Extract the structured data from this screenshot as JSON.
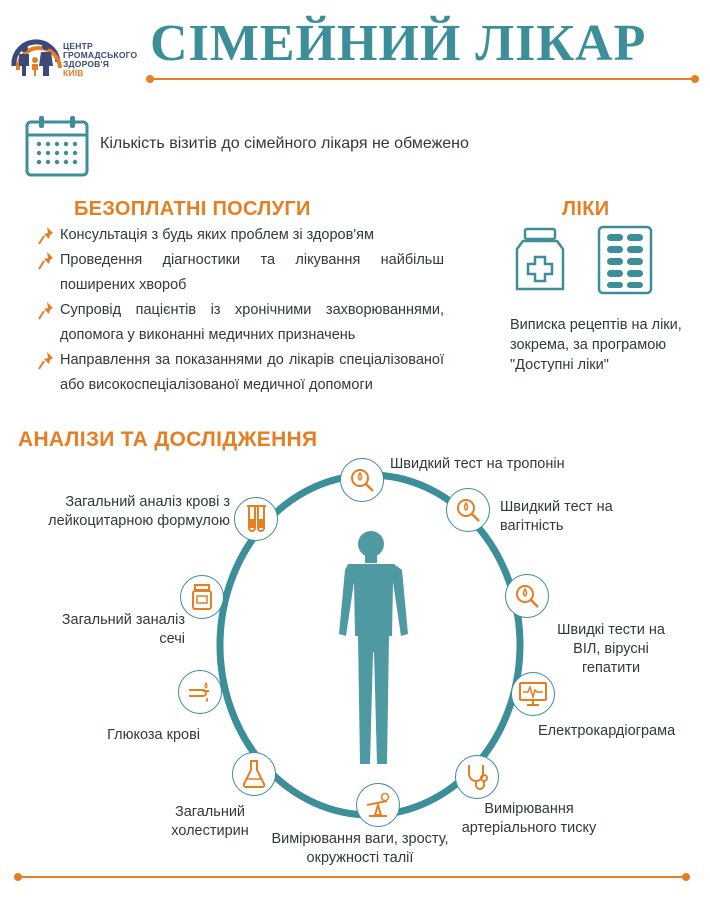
{
  "logo": {
    "line1": "ЦЕНТР",
    "line2": "ГРОМАДСЬКОГО",
    "line3": "ЗДОРОВ'Я",
    "line4": "КИЇВ"
  },
  "title": "СІМЕЙНИЙ ЛІКАР",
  "visits": "Кількість візитів до сімейного лікаря не обмежено",
  "free_services": {
    "heading": "БЕЗОПЛАТНІ ПОСЛУГИ",
    "items": [
      "Консультація з будь яких проблем зі здоров'ям",
      "Проведення діагностики та лікування найбільш поширених хвороб",
      "Супровід пацієнтів із хронічними захворюваннями, допомога у виконанні медичних призначень",
      "Направлення за показаннями до лікарів спеціалізованої або високоспеціалізованої медичної допомоги"
    ]
  },
  "medicines": {
    "heading": "ЛІКИ",
    "text": "Виписка рецептів на ліки, зокрема, за програмою \"Доступні ліки\""
  },
  "tests": {
    "heading": "АНАЛІЗИ ТА ДОСЛІДЖЕННЯ",
    "troponin": "Швидкий тест на тропонін",
    "pregnancy": "Швидкий тест на вагітність",
    "hiv": "Швидкі тести на ВІЛ, вірусні гепатити",
    "ecg": "Електрокардіограма",
    "pressure": "Вимірювання артеріального тиску",
    "weight": "Вимірювання ваги, зросту, окружності талії",
    "cholesterol": "Загальний холестирин",
    "glucose": "Глюкоза крові",
    "urine": "Загальний заналіз сечі",
    "blood": "Загальний аналіз крові з лейкоцитарною формулою"
  },
  "colors": {
    "teal": "#3c8e98",
    "orange": "#e67e22",
    "text": "#2f3a3d"
  }
}
